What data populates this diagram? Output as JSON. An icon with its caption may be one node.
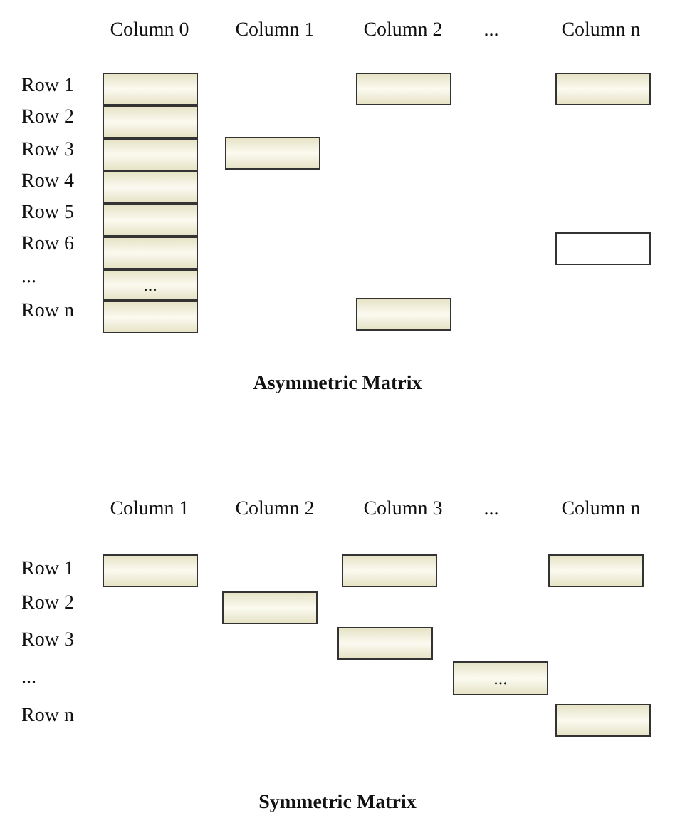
{
  "diagram": {
    "nodes": [
      {
        "text": [],
        "shape": "box"
      },
      {
        "text": [],
        "shape": "box"
      },
      {
        "text": [],
        "shape": "box"
      },
      {
        "text": [],
        "shape": "box"
      },
      {
        "text": [],
        "shape": "box"
      },
      {
        "text": [],
        "shape": "box"
      },
      {
        "text": [],
        "shape": "box"
      },
      {
        "text": [],
        "shape": "box"
      },
      {
        "text": [],
        "shape": "box"
      },
      {
        "text": [],
        "shape": "box"
      },
      {
        "text": [
          "..."
        ]
      },
      {
        "text": [],
        "shape": "box"
      },
      {
        "text": [],
        "shape": "box"
      },
      {
        "text": [],
        "shape": "box"
      },
      {
        "text": [],
        "shape": "box"
      },
      {
        "text": [],
        "shape": "box"
      },
      {
        "text": [],
        "shape": "box"
      },
      {
        "text": [],
        "shape": "box"
      },
      {
        "text": [
          "..."
        ]
      },
      {
        "text": [],
        "shape": "box"
      }
    ],
    "labels": [
      "Column 0",
      "Column 1",
      "Column 2",
      "...",
      "Column n",
      "Row 1",
      "Row 2",
      "Row 3",
      "Row 4",
      "Row 5",
      "Row 6",
      "...",
      "Row n",
      "Asymmetric Matrix",
      "Column 1",
      "Column 2",
      "Column 3",
      "...",
      "Column n",
      "Row 1",
      "Row 2",
      "Row 3",
      "...",
      "Row n",
      "Symmetric Matrix"
    ]
  }
}
